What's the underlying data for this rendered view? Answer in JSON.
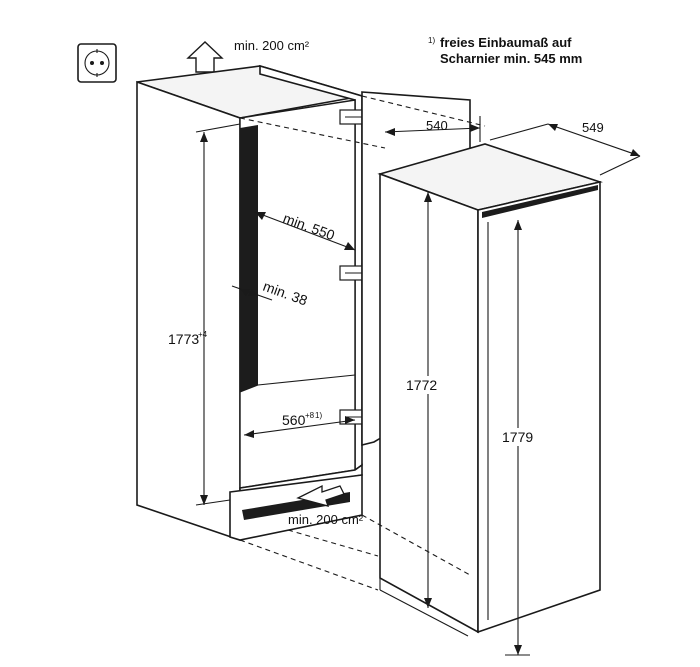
{
  "labels": {
    "vent_top": "min. 200 cm²",
    "vent_bottom": "min. 200 cm²",
    "footnote_line1": "freies Einbaumaß auf",
    "footnote_line2": "Scharnier min. 545 mm",
    "footnote_marker": "1)",
    "dim_540": "540",
    "dim_549": "549",
    "dim_min550": "min. 550",
    "dim_min38": "min. 38",
    "dim_1773": "1773",
    "dim_1773_sup": "+4",
    "dim_560": "560",
    "dim_560_sup": "+8",
    "dim_560_marker": "1)",
    "dim_1772": "1772",
    "dim_1779": "1779"
  },
  "icons": {
    "socket": "power-socket-icon",
    "airflow_up": "airflow-up-arrow-icon",
    "airflow_in": "airflow-in-arrow-icon"
  }
}
